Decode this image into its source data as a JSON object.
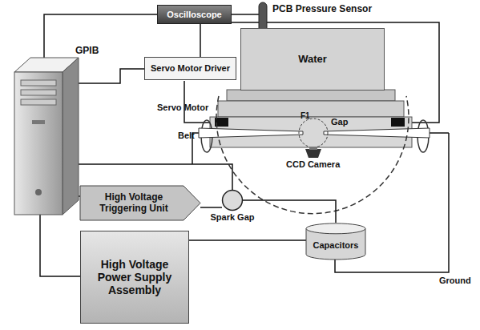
{
  "diagram": {
    "nodes": [
      {
        "text": [
          "Oscilloscope"
        ]
      },
      {
        "text": [
          "Servo Motor Driver"
        ]
      },
      {
        "text": [
          "Water"
        ]
      },
      {
        "text": [
          "High Voltage Triggering Unit"
        ]
      },
      {
        "text": [
          "Spark Gap"
        ]
      },
      {
        "text": [
          "High Voltage Power Supply Assembly"
        ]
      },
      {
        "text": [
          "Capacitors"
        ]
      }
    ],
    "edges": [
      {
        "from": 3,
        "to": 4,
        "arrow": "none"
      },
      {
        "from": 4,
        "to": 6,
        "arrow": "none"
      },
      {
        "from": 5,
        "to": 6,
        "arrow": "none"
      }
    ],
    "labels": [
      "PCB Pressure Sensor",
      "GPIB",
      "Servo Motor",
      "Belt",
      "F1",
      "Gap",
      "CCD Camera",
      "Ground"
    ]
  }
}
